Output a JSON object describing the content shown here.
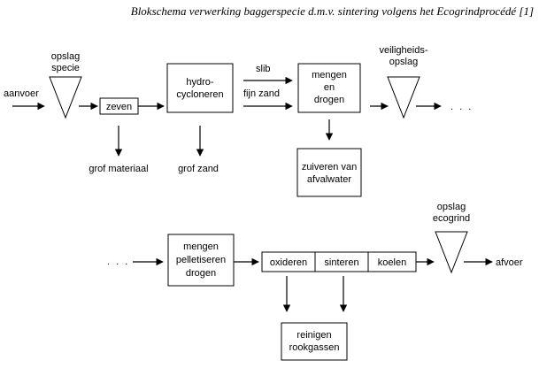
{
  "title": "Blokschema verwerking baggerspecie d.m.v. sintering volgens het Ecogrindprocédé [1]",
  "row1": {
    "aanvoer": "aanvoer",
    "opslag_specie": [
      "opslag",
      "specie"
    ],
    "zeven": "zeven",
    "hydrocycloneren": [
      "hydro-",
      "cycloneren"
    ],
    "slib": "slib",
    "fijn_zand": "fijn zand",
    "mengen_drogen": [
      "mengen",
      "en",
      "drogen"
    ],
    "veiligheidsopslag": [
      "veiligheids-",
      "opslag"
    ],
    "ellipsis": ". . .",
    "grof_materiaal": "grof materiaal",
    "grof_zand": "grof zand",
    "zuiveren": [
      "zuiveren van",
      "afvalwater"
    ]
  },
  "row2": {
    "ellipsis": ". . .",
    "mengen_pelletiseren": [
      "mengen",
      "pelletiseren",
      "drogen"
    ],
    "oxideren": "oxideren",
    "sinteren": "sinteren",
    "koelen": "koelen",
    "opslag_ecogrind": [
      "opslag",
      "ecogrind"
    ],
    "afvoer": "afvoer",
    "reinigen": [
      "reinigen",
      "rookgassen"
    ]
  }
}
